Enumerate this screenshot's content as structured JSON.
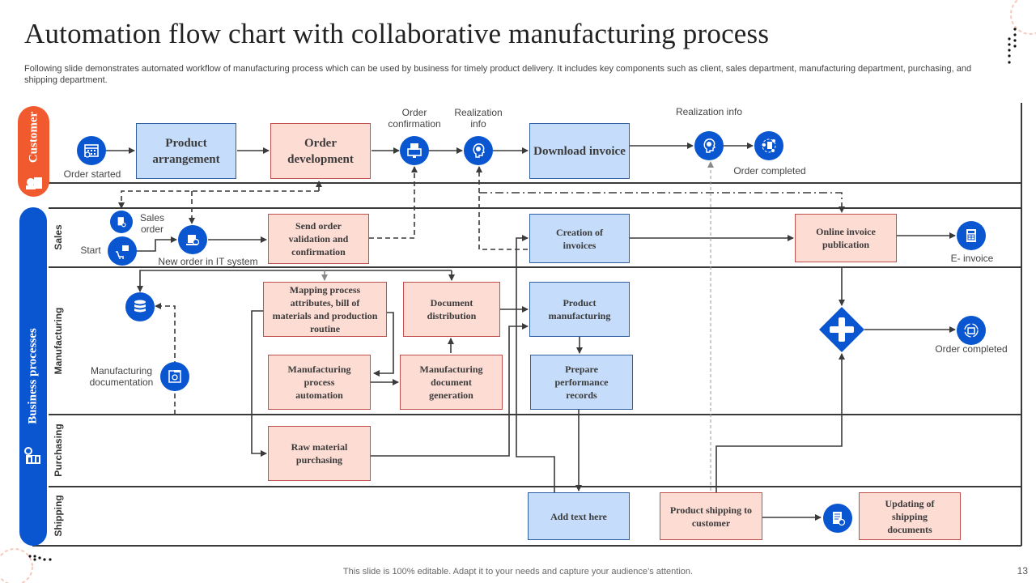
{
  "header": {
    "title": "Automation flow chart with collaborative manufacturing process",
    "subtitle": "Following slide demonstrates automated workflow of manufacturing process which can be used by business for timely product delivery. It includes key components such as client, sales department, manufacturing department, purchasing, and shipping department."
  },
  "lanes": {
    "customer": "Customer",
    "business": "Business processes",
    "sales": "Sales",
    "manufacturing": "Manufacturing",
    "purchasing": "Purchasing",
    "shipping": "Shipping"
  },
  "boxes": {
    "product_arrangement": "Product arrangement",
    "order_development": "Order development",
    "download_invoice": "Download invoice",
    "send_order_validation": "Send order validation and confirmation",
    "creation_of_invoices": "Creation of invoices",
    "online_invoice_publication": "Online invoice publication",
    "mapping_process": "Mapping process attributes, bill of materials and production routine",
    "document_distribution": "Document distribution",
    "product_manufacturing": "Product manufacturing",
    "manufacturing_process_automation": "Manufacturing process automation",
    "manufacturing_document_generation": "Manufacturing document generation",
    "prepare_performance_records": "Prepare performance records",
    "raw_material_purchasing": "Raw material purchasing",
    "add_text_here": "Add text here",
    "product_shipping": "Product shipping to customer",
    "updating_shipping_documents": "Updating of shipping documents"
  },
  "labels": {
    "order_started": "Order started",
    "order_confirmation": "Order confirmation",
    "realization_info_1": "Realization info",
    "realization_info_2": "Realization info",
    "order_completed_1": "Order completed",
    "sales_order": "Sales order",
    "start": "Start",
    "new_order_it": "New order in IT system",
    "e_invoice": "E- invoice",
    "manufacturing_documentation": "Manufacturing documentation",
    "order_completed_2": "Order completed"
  },
  "icons": {
    "order_started": "calendar-icon",
    "order_confirmation": "computer-document-icon",
    "realization_info_1": "head-lightbulb-icon",
    "realization_info_2": "head-lightbulb-icon",
    "order_completed_1": "document-cycle-icon",
    "sales_order": "document-gear-icon",
    "start": "cart-box-icon",
    "new_order_it": "box-check-icon",
    "e_invoice": "invoice-icon",
    "database": "database-icon",
    "manufacturing_documentation": "blueprint-icon",
    "order_completed_2": "package-icon",
    "shipping_doc": "receipt-icon",
    "gateway": "parallel-gateway-plus-icon"
  },
  "colors": {
    "customer_accent": "#f05a2e",
    "business_accent": "#0a56d0",
    "blue_box": "#c5dcfa",
    "pink_box": "#fddcd4"
  },
  "footer": {
    "note": "This slide is 100% editable. Adapt it to your needs and capture your audience’s attention.",
    "page_number": "13"
  }
}
